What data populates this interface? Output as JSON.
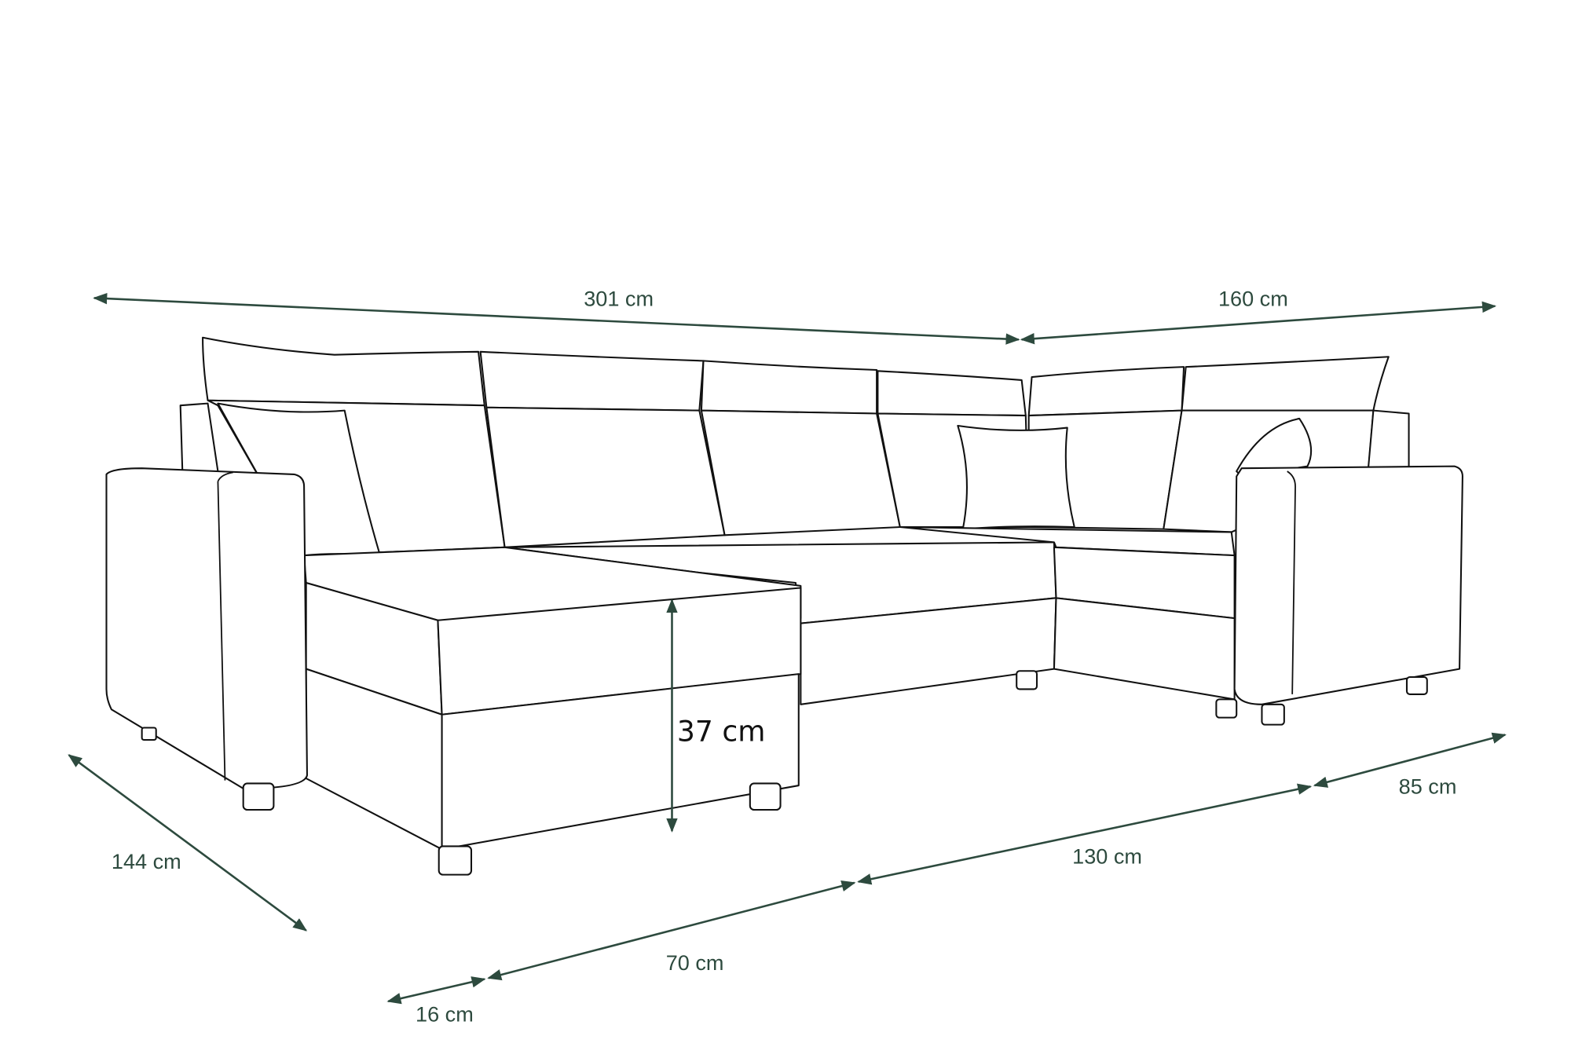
{
  "dimensions": {
    "total_width": "301 cm",
    "side_width": "160 cm",
    "depth": "144 cm",
    "seat_height": "37 cm",
    "armrest": "16 cm",
    "chaise_width": "70 cm",
    "middle_section": "130 cm",
    "corner_depth": "85 cm"
  },
  "colors": {
    "dimension_lines": "#2d4a3e",
    "outline": "#111111"
  }
}
